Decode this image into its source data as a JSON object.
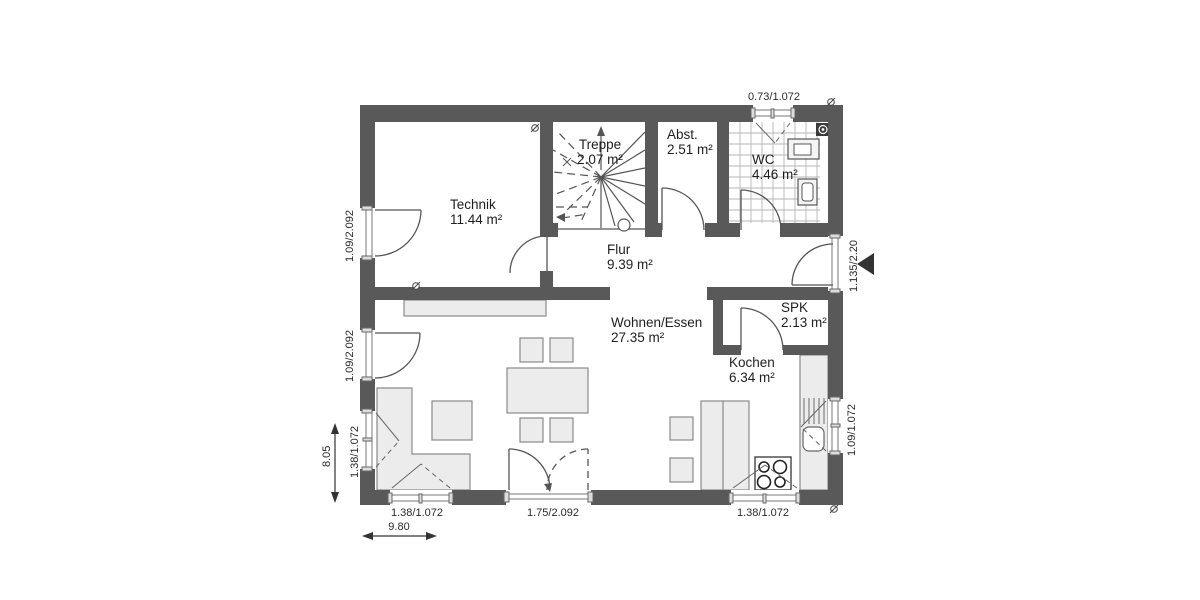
{
  "rooms": {
    "technik": {
      "name": "Technik",
      "area": "11.44 m²"
    },
    "treppe": {
      "name": "Treppe",
      "area": "2.07 m²"
    },
    "abst": {
      "name": "Abst.",
      "area": "2.51 m²"
    },
    "wc": {
      "name": "WC",
      "area": "4.46 m²"
    },
    "flur": {
      "name": "Flur",
      "area": "9.39 m²"
    },
    "wohnen_essen": {
      "name": "Wohnen/Essen",
      "area": "27.35 m²"
    },
    "spk": {
      "name": "SPK",
      "area": "2.13 m²"
    },
    "kochen": {
      "name": "Kochen",
      "area": "6.34 m²"
    }
  },
  "dimensions": {
    "top_window": "0.73/1.072",
    "left_door_technik": "1.09/2.092",
    "left_door_wohnen": "1.09/2.092",
    "left_window": "1.38/1.072",
    "height_total": "8.05",
    "entrance_door": "1.135/2.20",
    "kitchen_window": "1.09/1.072",
    "bottom_window_left": "1.38/1.072",
    "terrace_door": "1.75/2.092",
    "bottom_window_right": "1.38/1.072",
    "width_total": "9.80"
  },
  "colors": {
    "wall": "#595959",
    "furniture_fill": "#ececec",
    "line": "#555555",
    "tile": "#b5b5b5"
  }
}
